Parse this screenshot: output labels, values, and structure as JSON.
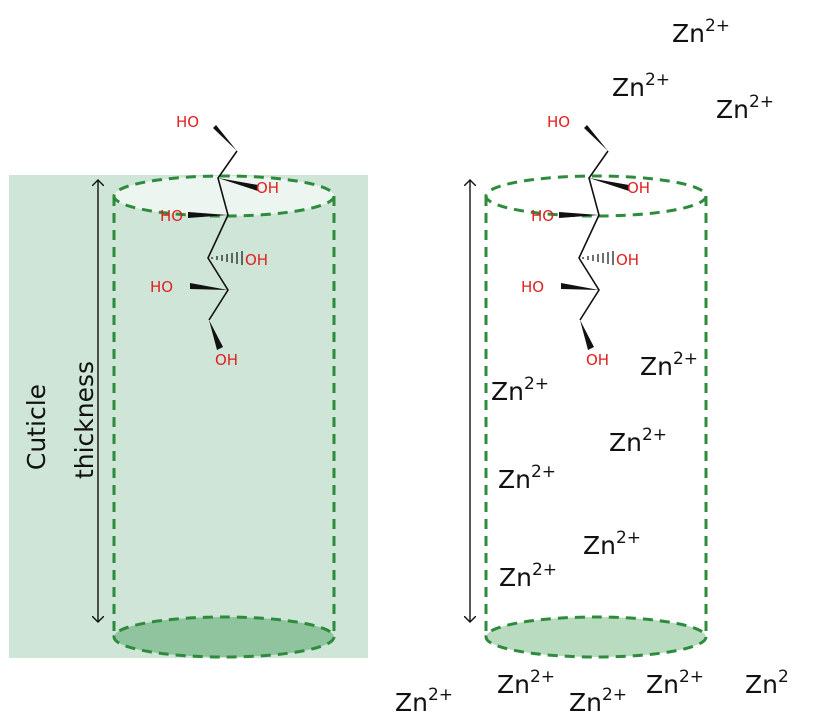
{
  "colors": {
    "panel_fill": "#cfe5d8",
    "cylinder_dash": "#2e8b3c",
    "base_left": "#8fc49e",
    "base_right": "#b9dcc0",
    "molecule_bond": "#111111",
    "molecule_label": "#e02020",
    "text": "#111111"
  },
  "axis_label": {
    "line1": "Cuticle",
    "line2": "thickness"
  },
  "molecule_labels": {
    "ho_top": "HO",
    "oh_1": "OH",
    "ho_2": "HO",
    "oh_3": "OH",
    "ho_4": "HO",
    "oh_bottom": "OH"
  },
  "zinc_ion": {
    "symbol": "Zn",
    "charge": "2+",
    "truncated_charge": "2"
  }
}
